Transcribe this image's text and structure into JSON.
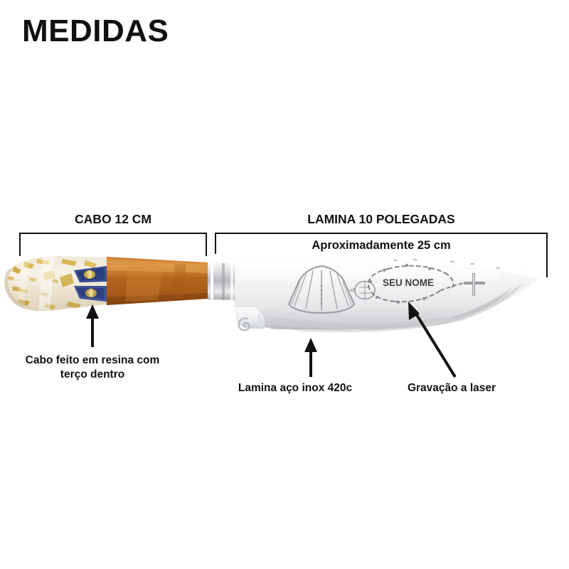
{
  "title": "MEDIDAS",
  "measurements": [
    {
      "id": "handle",
      "heading": "CABO 12 CM",
      "sub": ""
    },
    {
      "id": "blade",
      "heading": "LAMINA 10 POLEGADAS",
      "sub": "Aproximadamente 25 cm"
    }
  ],
  "callouts": [
    {
      "id": "handle-material",
      "line1": "Cabo feito em resina com",
      "line2": "terço dentro"
    },
    {
      "id": "blade-material",
      "line1": "Lamina aço inox 420c",
      "line2": ""
    },
    {
      "id": "laser-engraving",
      "line1": "Gravação a laser",
      "line2": ""
    }
  ],
  "engraving": {
    "name_text": "SEU NOME"
  },
  "colors": {
    "background": "#ffffff",
    "text": "#111111",
    "rule": "#111111",
    "handle_amber": "#b5651f",
    "handle_amber_light": "#d08b3e",
    "handle_resin_cream": "#f2ece0",
    "handle_gold": "#c9a227",
    "medallion_blue": "#2b3f8c",
    "blade_steel": "#f4f4f4",
    "blade_steel_shadow": "#c9cacc",
    "bolster_silver": "#d9dadc"
  }
}
